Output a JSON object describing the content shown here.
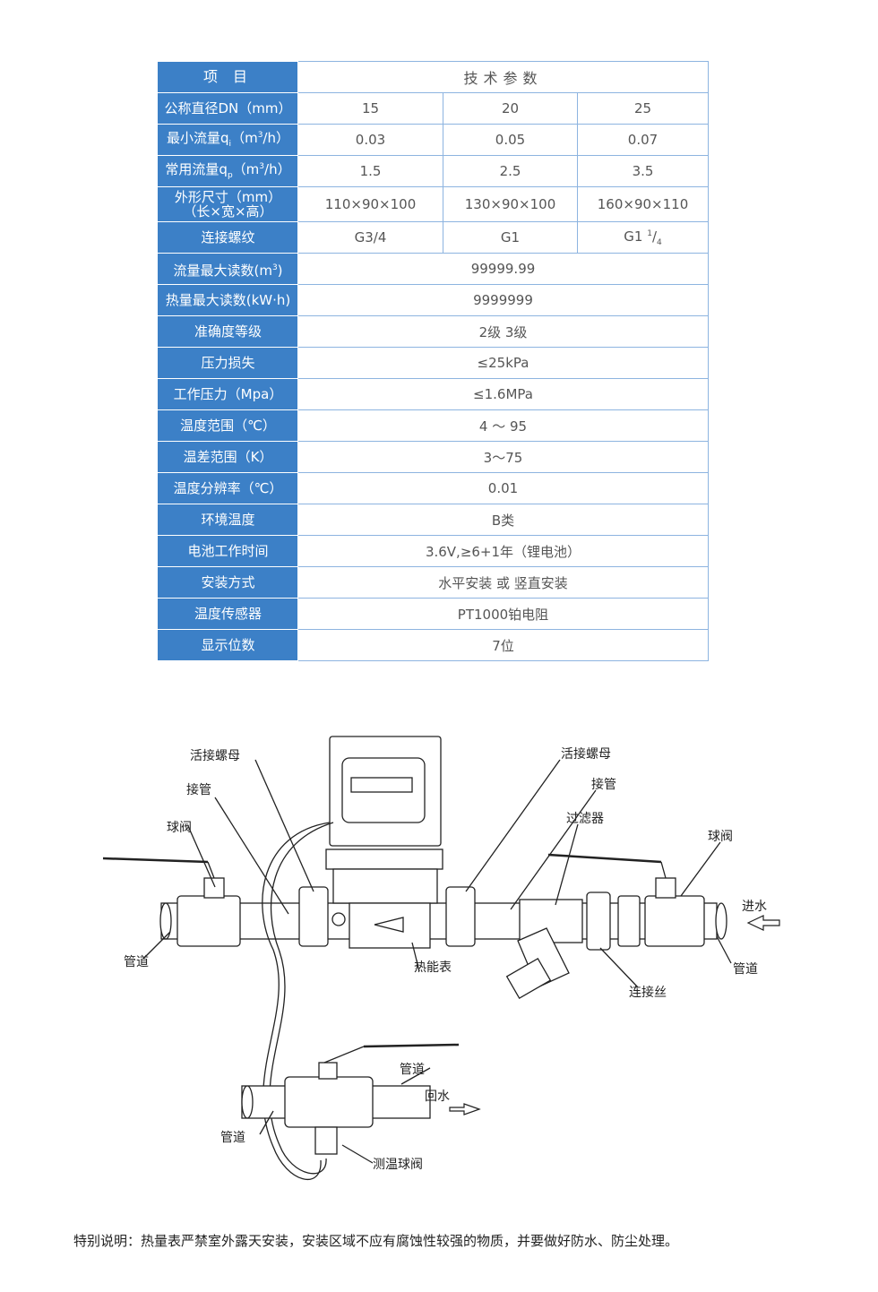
{
  "table": {
    "header": {
      "item": "项 目",
      "params": "技术参数"
    },
    "dn_row": {
      "label": "公称直径DN（mm）",
      "values": [
        "15",
        "20",
        "25"
      ]
    },
    "qi_row": {
      "label_pre": "最小流量q",
      "label_sub": "i",
      "label_mid": "（m",
      "label_sup": "3",
      "label_post": "/h）",
      "values": [
        "0.03",
        "0.05",
        "0.07"
      ]
    },
    "qp_row": {
      "label_pre": "常用流量q",
      "label_sub": "p",
      "label_mid": "（m",
      "label_sup": "3",
      "label_post": "/h）",
      "values": [
        "1.5",
        "2.5",
        "3.5"
      ]
    },
    "size_row": {
      "label_line1": "外形尺寸（mm）",
      "label_line2": "（长×宽×高）",
      "values": [
        "110×90×100",
        "130×90×100",
        "160×90×110"
      ]
    },
    "thread_row": {
      "label": "连接螺纹",
      "values": [
        "G3/4",
        "G1"
      ],
      "value3_main": "G1 ",
      "value3_sup": "1",
      "value3_slash": "/",
      "value3_sub": "4"
    },
    "rows": [
      {
        "label_pre": "流量最大读数(m",
        "label_sup": "3",
        "label_post": ")",
        "value": "99999.99"
      },
      {
        "label_pre": "热量最大读数(kW·h)",
        "label_sup": "",
        "label_post": "",
        "value": "9999999"
      },
      {
        "label_pre": "准确度等级",
        "label_sup": "",
        "label_post": "",
        "value": "2级  3级"
      },
      {
        "label_pre": "压力损失",
        "label_sup": "",
        "label_post": "",
        "value": "≤25kPa"
      },
      {
        "label_pre": "工作压力（Mpa）",
        "label_sup": "",
        "label_post": "",
        "value": "≤1.6MPa"
      },
      {
        "label_pre": "温度范围（℃）",
        "label_sup": "",
        "label_post": "",
        "value": "4 ～ 95"
      },
      {
        "label_pre": "温差范围（K）",
        "label_sup": "",
        "label_post": "",
        "value": "3～75"
      },
      {
        "label_pre": "温度分辨率（℃）",
        "label_sup": "",
        "label_post": "",
        "value": "0.01"
      },
      {
        "label_pre": "环境温度",
        "label_sup": "",
        "label_post": "",
        "value": "B类"
      },
      {
        "label_pre": "电池工作时间",
        "label_sup": "",
        "label_post": "",
        "value": "3.6V,≥6+1年（锂电池）"
      },
      {
        "label_pre": "安装方式",
        "label_sup": "",
        "label_post": "",
        "value": "水平安装 或 竖直安装"
      },
      {
        "label_pre": "温度传感器",
        "label_sup": "",
        "label_post": "",
        "value": "PT1000铂电阻"
      },
      {
        "label_pre": "显示位数",
        "label_sup": "",
        "label_post": "",
        "value": "7位"
      }
    ]
  },
  "diagram": {
    "labels": {
      "union_nut_left": "活接螺母",
      "connector_pipe_left": "接管",
      "ball_valve_left": "球阀",
      "pipe_left": "管道",
      "heat_meter": "热能表",
      "union_nut_right": "活接螺母",
      "connector_pipe_right": "接管",
      "filter": "过滤器",
      "ball_valve_right": "球阀",
      "inlet": "进水",
      "pipe_right": "管道",
      "connecting_thread": "连接丝",
      "pipe_return_top": "管道",
      "return_water": "回水",
      "pipe_return_left": "管道",
      "temp_ball_valve": "测温球阀"
    }
  },
  "note": "特别说明：热量表严禁室外露天安装，安装区域不应有腐蚀性较强的物质，并要做好防水、防尘处理。"
}
